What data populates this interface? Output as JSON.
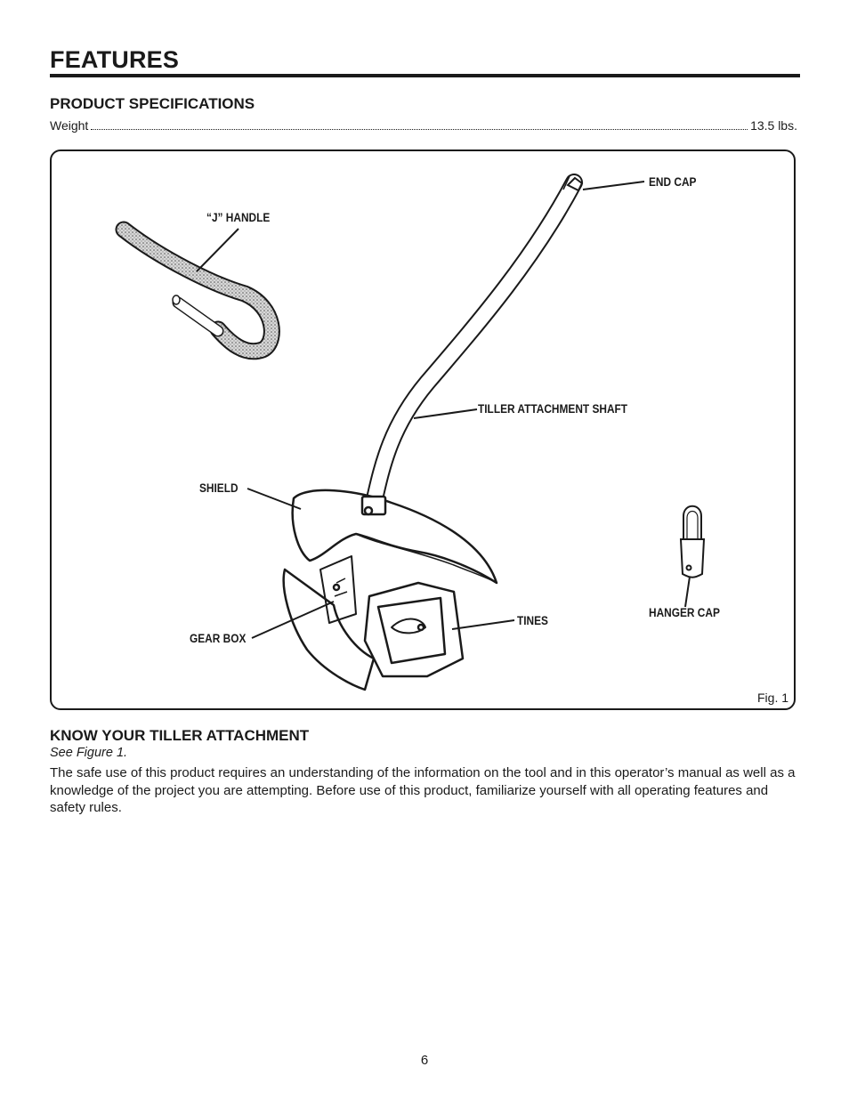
{
  "header": {
    "title": "FEATURES"
  },
  "specifications": {
    "heading": "PRODUCT SPECIFICATIONS",
    "weight_label": "Weight",
    "weight_value": "13.5 lbs."
  },
  "figure": {
    "callouts": {
      "end_cap": "END CAP",
      "j_handle": "“J” HANDLE",
      "tiller_shaft": "TILLER ATTACHMENT SHAFT",
      "shield": "SHIELD",
      "hanger_cap": "HANGER CAP",
      "tines": "TINES",
      "gear_box": "GEAR BOX"
    },
    "caption": "Fig. 1"
  },
  "know_section": {
    "heading": "KNOW YOUR TILLER ATTACHMENT",
    "see_figure": "See Figure 1.",
    "body": "The safe use of this product requires an understanding of the information on the tool and in this operator’s manual as well as a knowledge of the project you are attempting. Before use of this product, familiarize yourself with all operating features and safety rules."
  },
  "footer": {
    "page_number": "6"
  }
}
